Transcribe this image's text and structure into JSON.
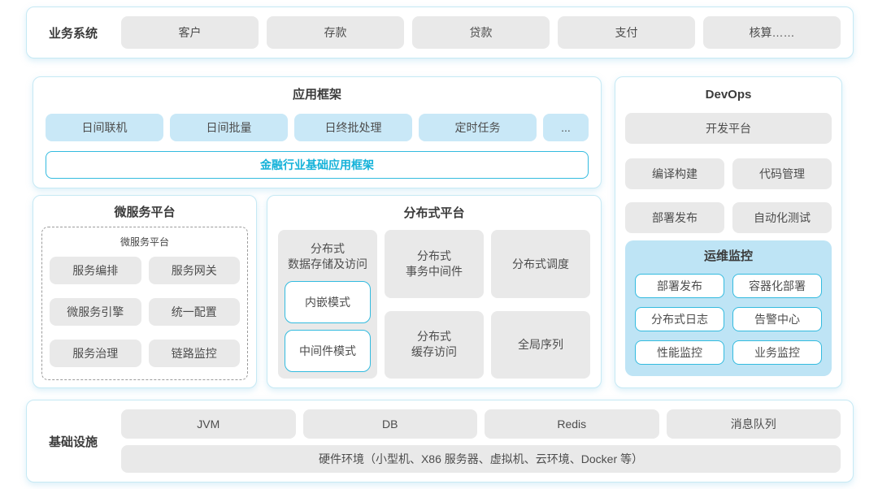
{
  "colors": {
    "panel_border": "#c6e9f4",
    "gray_block": "#e9e9e9",
    "blue_block": "#c9e8f7",
    "monitor_bg": "#bee4f5",
    "cyan_border": "#33bbdf",
    "cyan_text": "#14b2d9",
    "title_text": "#3b3b3b",
    "block_text": "#4d4d4d"
  },
  "business_systems": {
    "label": "业务系统",
    "items": [
      "客户",
      "存款",
      "贷款",
      "支付",
      "核算……"
    ]
  },
  "app_framework": {
    "title": "应用框架",
    "items": [
      "日间联机",
      "日间批量",
      "日终批处理",
      "定时任务",
      "..."
    ],
    "base_framework": "金融行业基础应用框架"
  },
  "microservice_platform": {
    "title": "微服务平台",
    "inner_title": "微服务平台",
    "items": [
      "服务编排",
      "服务网关",
      "微服务引擎",
      "统一配置",
      "服务治理",
      "链路监控"
    ]
  },
  "distributed_platform": {
    "title": "分布式平台",
    "storage_card": {
      "label": "分布式\n数据存储及访问",
      "modes": [
        "内嵌模式",
        "中间件模式"
      ]
    },
    "cards": [
      "分布式\n事务中间件",
      "分布式调度",
      "分布式\n缓存访问",
      "全局序列"
    ]
  },
  "devops": {
    "title": "DevOps",
    "platform": "开发平台",
    "items": [
      "编译构建",
      "代码管理",
      "部署发布",
      "自动化测试"
    ],
    "monitoring": {
      "title": "运维监控",
      "items": [
        "部署发布",
        "容器化部署",
        "分布式日志",
        "告警中心",
        "性能监控",
        "业务监控"
      ]
    }
  },
  "infrastructure": {
    "label": "基础设施",
    "items": [
      "JVM",
      "DB",
      "Redis",
      "消息队列"
    ],
    "hardware": "硬件环境（小型机、X86 服务器、虚拟机、云环境、Docker 等）"
  }
}
